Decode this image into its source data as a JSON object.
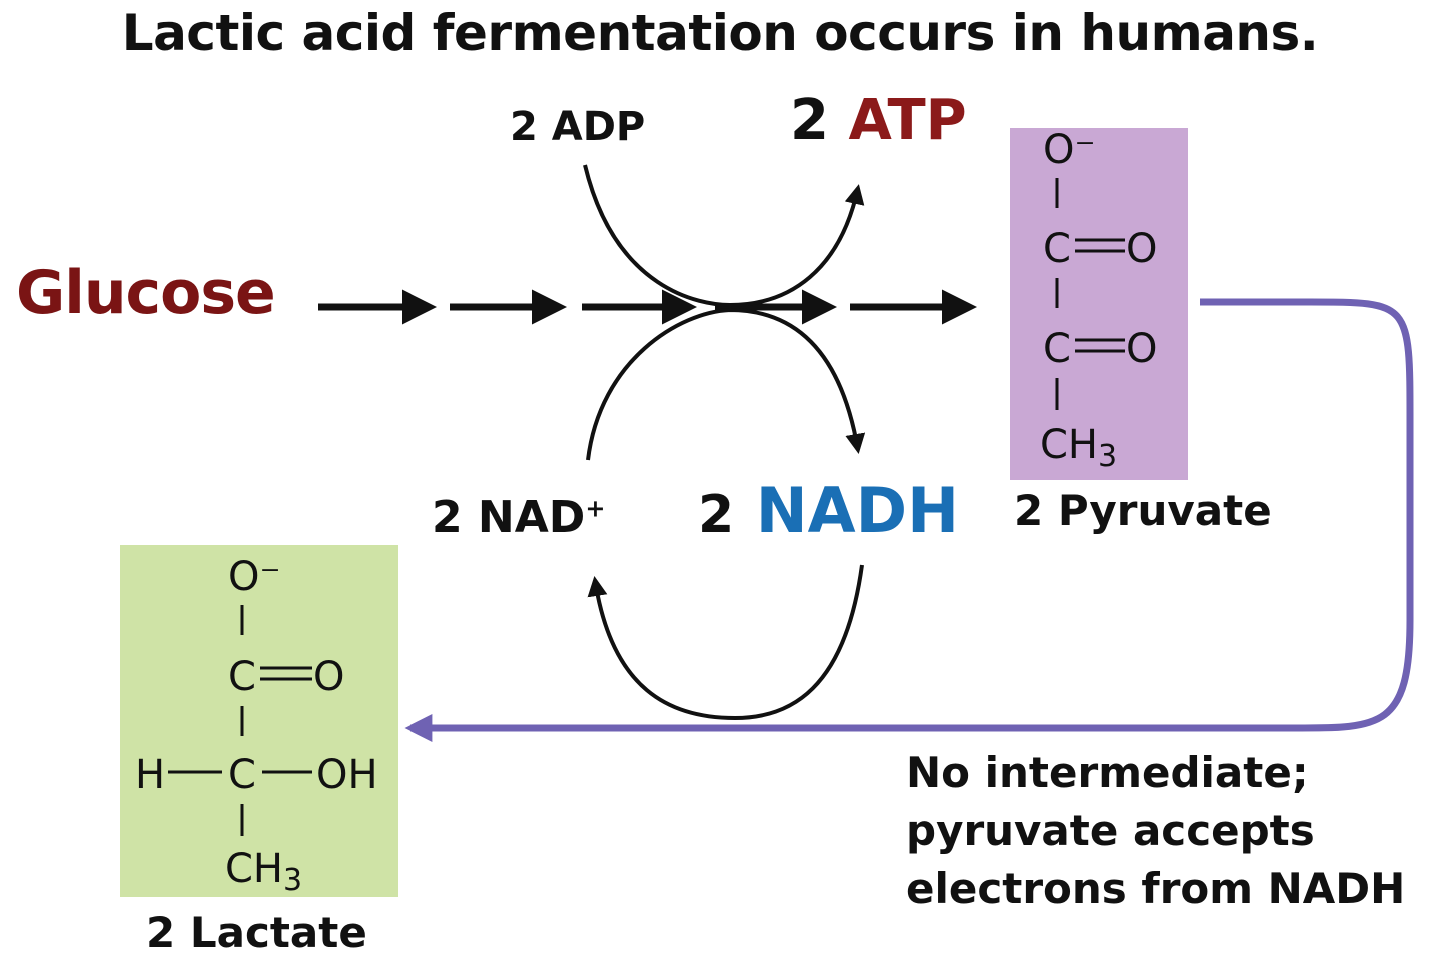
{
  "title": "Lactic acid fermentation occurs in humans.",
  "labels": {
    "glucose": "Glucose",
    "adp": "2 ADP",
    "atp_coef": "2",
    "atp": "ATP",
    "nad_plus": "2 NAD",
    "nad_sup": "+",
    "nadh_coef": "2",
    "nadh": "NADH",
    "pyruvate": "2 Pyruvate",
    "lactate": "2 Lactate",
    "note_line1": "No intermediate;",
    "note_line2": "pyruvate accepts",
    "note_line3": "electrons from NADH"
  },
  "pyruvate_structure": {
    "o_minus": "O⁻",
    "c1": "C",
    "c2": "C",
    "o1": "O",
    "o2": "O",
    "ch3": "CH",
    "ch3_sub": "3"
  },
  "lactate_structure": {
    "o_minus": "O⁻",
    "c1": "C",
    "o1": "O",
    "h": "H",
    "c2": "C",
    "oh": "OH",
    "ch3": "CH",
    "ch3_sub": "3"
  },
  "colors": {
    "glucose": "#7a1414",
    "atp": "#8b1a1a",
    "nadh": "#1a6fb5",
    "pyruvate_box": "#c9a8d4",
    "lactate_box": "#cfe3a6",
    "return_arrow": "#6f62b3",
    "arrows": "#111111"
  }
}
